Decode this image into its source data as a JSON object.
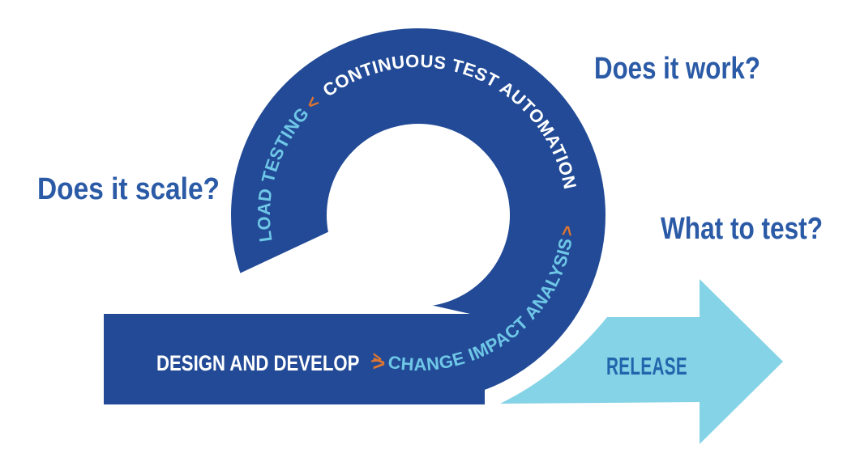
{
  "diagram": {
    "questions": {
      "work": "Does it work?",
      "scale": "Does it scale?",
      "test": "What to test?"
    },
    "cycle": {
      "design_develop": "DESIGN AND DEVELOP",
      "change_impact_analysis": "CHANGE IMPACT ANALYSIS",
      "continuous_test_automation": "CONTINUOUS TEST AUTOMATION",
      "load_testing": "LOAD TESTING",
      "release": "RELEASE",
      "chevron_forward": ">",
      "chevron_back": "<"
    },
    "colors": {
      "ring_blue": "#224A96",
      "release_arrow_blue": "#85D3E6",
      "cycle_light_blue_text": "#6FC7E7",
      "chevron_orange": "#DC7530",
      "question_text_blue": "#2B5AA6",
      "release_text_blue": "#2166AD",
      "white_text": "#FFFFFF",
      "background": "#FFFFFF"
    }
  }
}
